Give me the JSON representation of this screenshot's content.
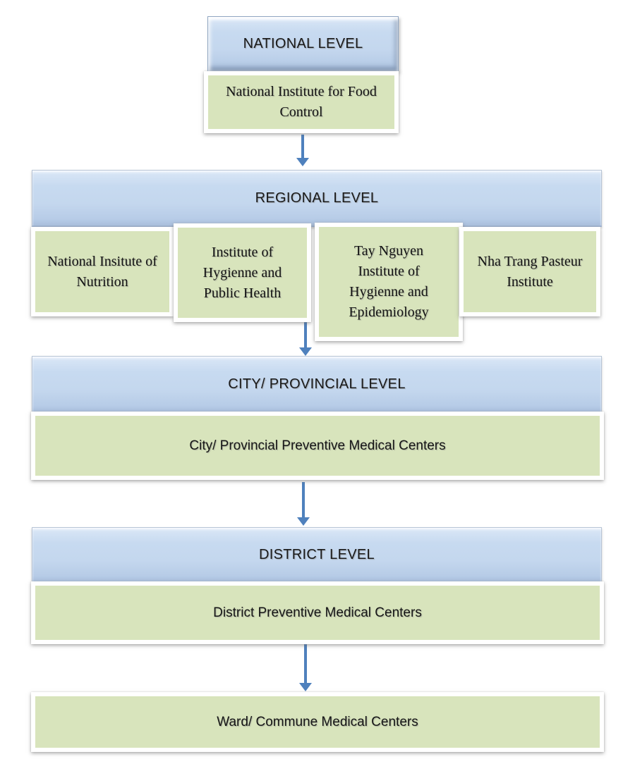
{
  "diagram": {
    "title": "Food safety testing system organizational chart",
    "colors": {
      "level_fill": "#c4d7ee",
      "org_fill": "#d8e4bc",
      "arrow": "#4f81bd"
    },
    "national": {
      "header": "NATIONAL LEVEL",
      "org": "National Institute for Food Control"
    },
    "regional": {
      "header": "REGIONAL LEVEL",
      "orgs": [
        {
          "label": "National Insitute of Nutrition"
        },
        {
          "label": "Institute of Hygienne and Public Health"
        },
        {
          "label": "Tay Nguyen Institute of Hygienne and Epidemiology"
        },
        {
          "label": "Nha Trang Pasteur Institute"
        }
      ]
    },
    "city": {
      "header": "CITY/ PROVINCIAL LEVEL",
      "org": "City/ Provincial Preventive Medical Centers"
    },
    "district": {
      "header": "DISTRICT LEVEL",
      "org": "District Preventive Medical Centers"
    },
    "ward": {
      "org": "Ward/ Commune Medical Centers"
    }
  }
}
